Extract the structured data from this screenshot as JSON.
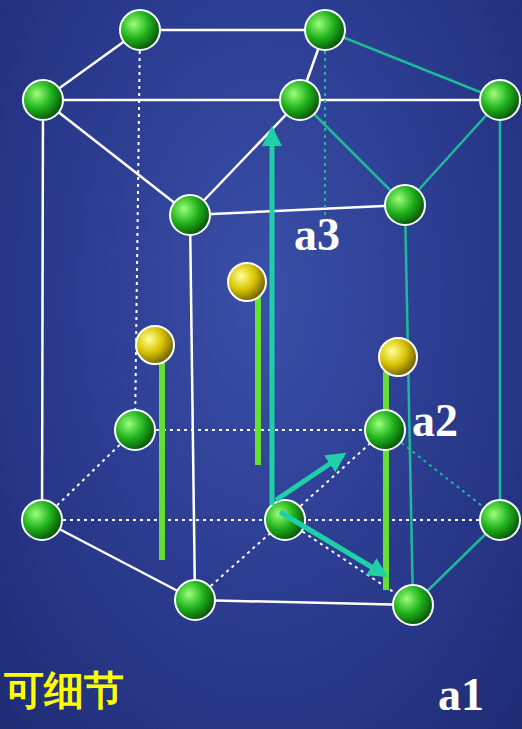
{
  "diagram": {
    "labels": [
      "a3",
      "a2",
      "a1",
      "可细节"
    ]
  }
}
